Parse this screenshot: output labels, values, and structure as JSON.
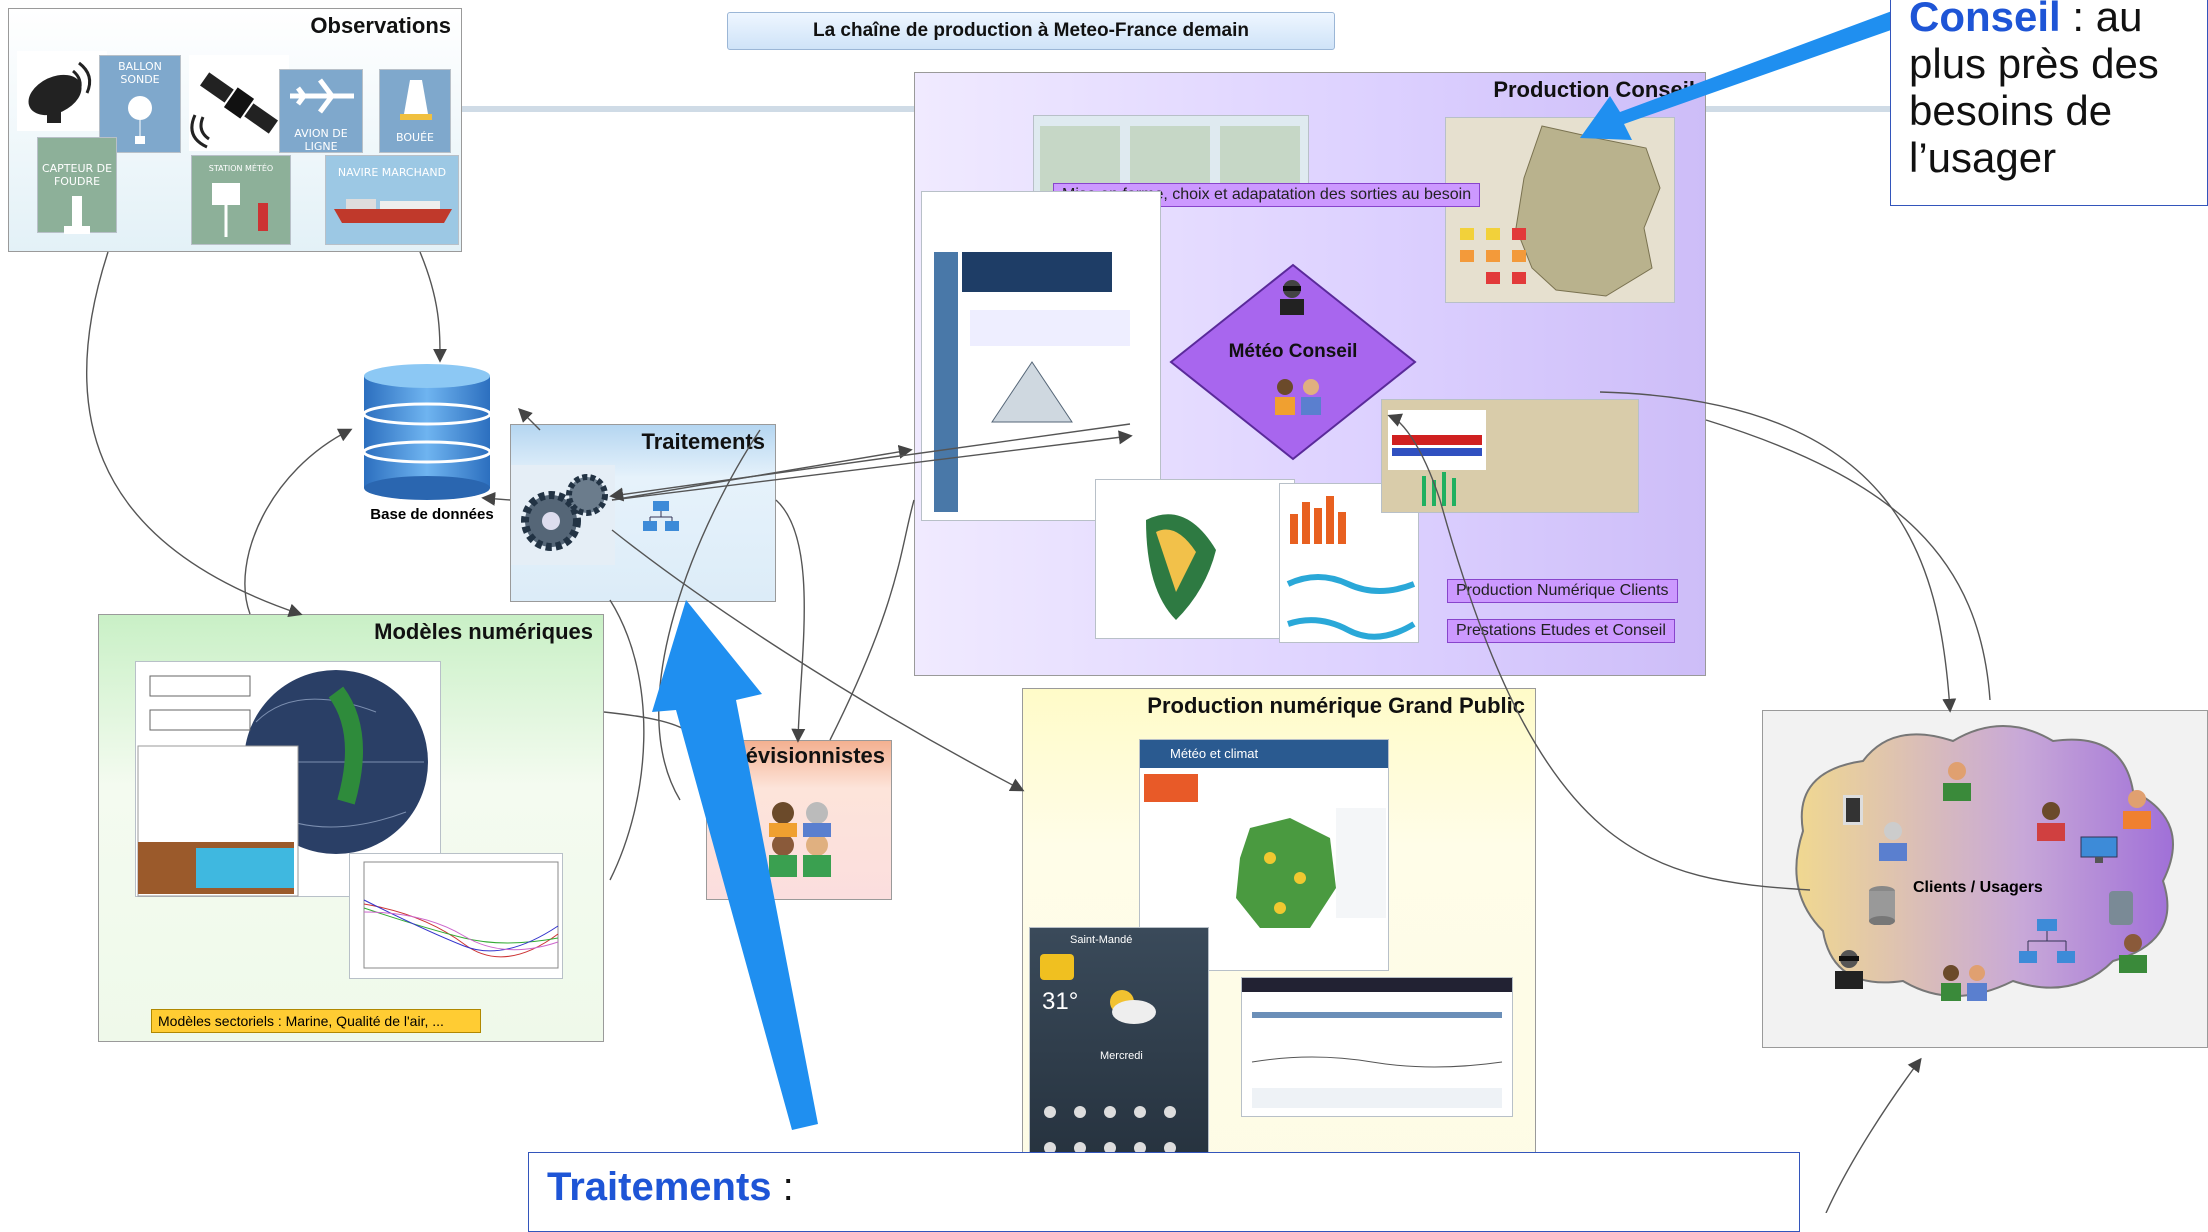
{
  "header": {
    "title": "La chaîne de production à Meteo-France demain"
  },
  "observations": {
    "title": "Observations",
    "items": [
      {
        "icon": "satellite-dish-icon",
        "label": ""
      },
      {
        "icon": "weather-balloon-icon",
        "label": "BALLON SONDE"
      },
      {
        "icon": "satellite-icon",
        "label": ""
      },
      {
        "icon": "airplane-icon",
        "label": "AVION DE LIGNE"
      },
      {
        "icon": "buoy-icon",
        "label": "BOUÉE"
      },
      {
        "icon": "lightning-sensor-icon",
        "label": "CAPTEUR DE FOUDRE"
      },
      {
        "icon": "weather-station-icon",
        "label": "STATION MÉTÉO"
      },
      {
        "icon": "merchant-ship-icon",
        "label": "NAVIRE MARCHAND"
      }
    ]
  },
  "database": {
    "label": "Base de données"
  },
  "traitements": {
    "title": "Traitements"
  },
  "modeles": {
    "title": "Modèles numériques",
    "subtitle": "Modèles sectoriels : Marine, Qualité de l'air, ..."
  },
  "previsionnistes": {
    "title": "Prévisionnistes"
  },
  "production_conseil": {
    "title": "Production Conseil",
    "strip": "Mise en forme, choix et adapatation des sorties au besoin",
    "diamond": "Météo Conseil",
    "tags": [
      "Production Numérique Clients",
      "Prestations Etudes et Conseil"
    ]
  },
  "grand_public": {
    "title": "Production numérique Grand Public",
    "site_name": "Météo et climat",
    "app_city": "Saint-Mandé",
    "app_temp": "31°",
    "app_day": "Mercredi"
  },
  "clients": {
    "label": "Clients / Usagers"
  },
  "callout_conseil": {
    "bold": "Conseil",
    "rest": " : au plus près des besoins de l’usager"
  },
  "callout_traitements": {
    "bold": "Traitements",
    "rest": " :"
  },
  "colors": {
    "arrow_blue": "#1f8ff0",
    "diamond_purple": "#a866ee",
    "callout_border": "#3355bb"
  }
}
